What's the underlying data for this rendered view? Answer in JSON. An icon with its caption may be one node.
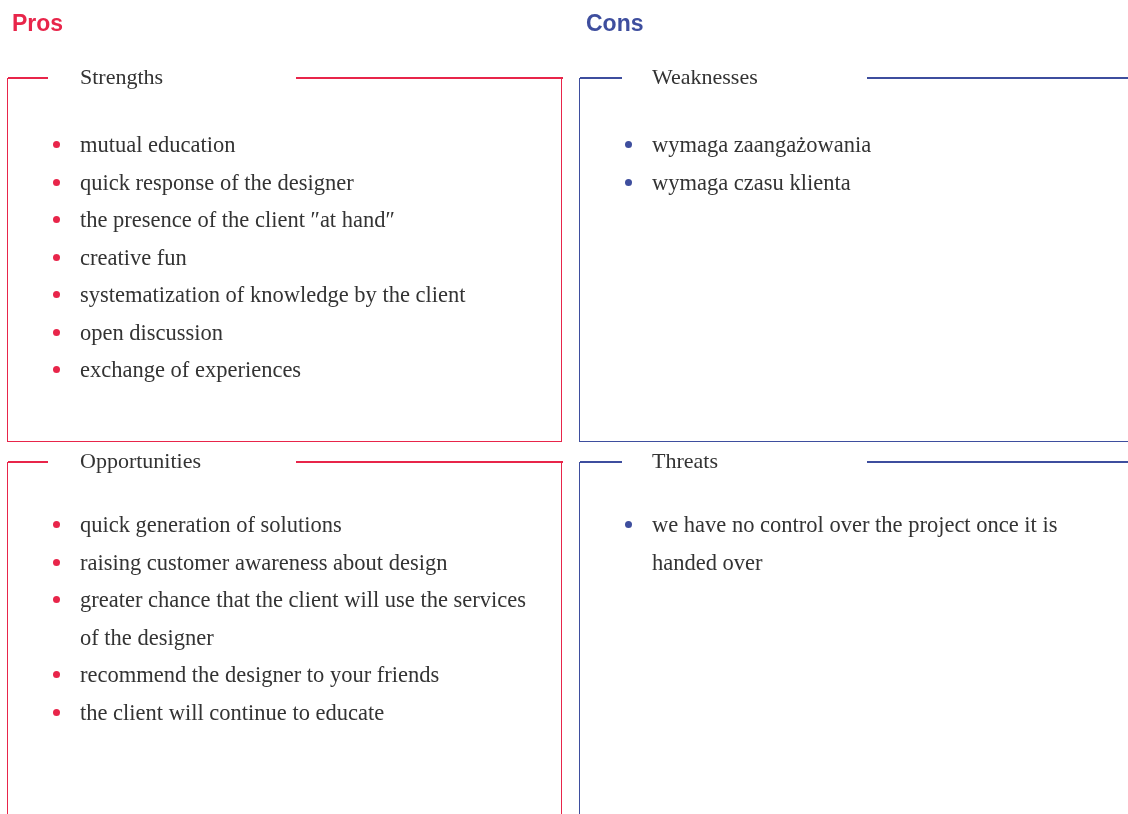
{
  "diagram": {
    "nodes": [
      {
        "text": [
          "Strengths",
          "mutual education",
          "quick response of the designer",
          "the presence of the client ″at hand″",
          "creative fun",
          "systematization of knowledge by the client",
          "open discussion",
          "exchange of experiences"
        ]
      },
      {
        "text": [
          "Weaknesses",
          "wymaga zaangażowania",
          "wymaga czasu klienta"
        ]
      },
      {
        "text": [
          "Opportunities",
          "quick generation of solutions",
          "raising customer awareness about design",
          "greater chance that the client will use the services of the designer",
          "recommend the designer to your friends",
          "the client will continue to educate"
        ]
      },
      {
        "text": [
          "Threats",
          "we have no control over the project once it is handed over"
        ]
      }
    ],
    "labels": [
      "Pros",
      "Cons"
    ]
  }
}
